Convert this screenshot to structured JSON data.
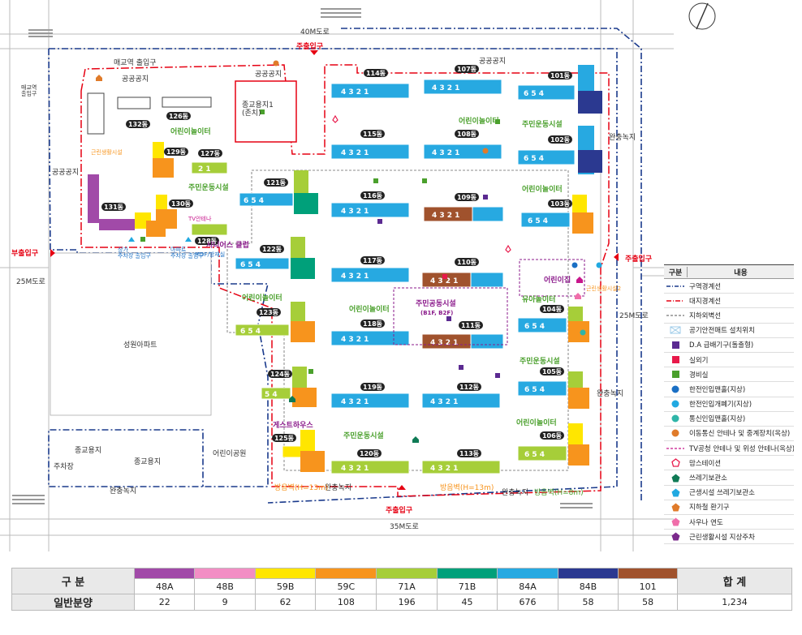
{
  "map": {
    "roads": {
      "top": "40M도로",
      "bottom": "35M도로",
      "left": "25M도로",
      "right": "25M도로"
    },
    "entrances": {
      "main_top": "주출입구",
      "main_bottom": "주출입구",
      "main_right": "주출입구",
      "sub_left": "부출입구",
      "station_top": "매교역 출입구",
      "station_left": "매교역\n출입구"
    },
    "areas": {
      "public_top_left": "공공공지",
      "public_top_mid": "공공공지",
      "public_top_right": "공공공지",
      "public_left": "공공공지",
      "religious": "종교용지1\n(존치)",
      "buffer_right": "완충녹지",
      "buffer_right2": "완충녹지",
      "buffer_bottom": "완충녹지",
      "buffer_bottom_mid": "완충녹지",
      "buffer_bottom_right": "완충녹지",
      "apartment": "성원아파트",
      "religious2": "종교용지",
      "religious3": "종교용지",
      "parking": "주차장",
      "park": "어린이공원"
    },
    "facilities": {
      "kids1": "어린이놀이터",
      "kids2": "어린이놀이터",
      "kids3": "어린이놀이터",
      "kids4": "어린이놀이터",
      "kids5": "어린이놀이터",
      "kids6": "어린이놀이터",
      "kids7": "어린이놀이터",
      "sports1": "주민운동시설",
      "sports2": "주민운동시설",
      "sports3": "주민운동시설",
      "sports4": "주민운동시설",
      "senior": "시니어스 클럽",
      "guest": "게스트하우스",
      "daycare": "어린이집",
      "kinder": "유아놀이터",
      "community": "주민공동시설",
      "community_sub": "(B1F, B2F)",
      "tv_antenna": "TV안테나",
      "mdf": "MDF/방재실",
      "noise1": "방음벽(H=13m)",
      "noise2": "방음벽(H=13m)",
      "noise3": "방음벽(H=8m)",
      "commercial": "근린생활시설",
      "commercial2": "근린생활시설2",
      "shop": "상가\n주차장 출입구",
      "apt_park": "아파트\n주차장 출입구"
    },
    "buildings": [
      {
        "tag": "101동"
      },
      {
        "tag": "102동"
      },
      {
        "tag": "103동"
      },
      {
        "tag": "104동"
      },
      {
        "tag": "105동"
      },
      {
        "tag": "106동"
      },
      {
        "tag": "107동"
      },
      {
        "tag": "108동"
      },
      {
        "tag": "109동"
      },
      {
        "tag": "110동"
      },
      {
        "tag": "111동"
      },
      {
        "tag": "112동"
      },
      {
        "tag": "113동"
      },
      {
        "tag": "114동"
      },
      {
        "tag": "115동"
      },
      {
        "tag": "116동"
      },
      {
        "tag": "117동"
      },
      {
        "tag": "118동"
      },
      {
        "tag": "119동"
      },
      {
        "tag": "120동"
      },
      {
        "tag": "121동"
      },
      {
        "tag": "122동"
      },
      {
        "tag": "123동"
      },
      {
        "tag": "124동"
      },
      {
        "tag": "125동"
      },
      {
        "tag": "126동"
      },
      {
        "tag": "127동"
      },
      {
        "tag": "128동"
      },
      {
        "tag": "129동"
      },
      {
        "tag": "130동"
      },
      {
        "tag": "131동"
      },
      {
        "tag": "132동"
      }
    ]
  },
  "legend": {
    "header_col1": "구분",
    "header_col2": "내용",
    "items": [
      {
        "text": "구역경계선",
        "color": "#1a3a8c"
      },
      {
        "text": "대지경계선",
        "color": "#e60012"
      },
      {
        "text": "지하외벽선",
        "color": "#555555"
      },
      {
        "text": "공기안전매트 설치위치",
        "color": "#9ecbe8"
      },
      {
        "text": "D.A 급배기구(돌출형)",
        "color": "#5b2a91"
      },
      {
        "text": "실외기",
        "color": "#e8194a"
      },
      {
        "text": "경비실",
        "color": "#4aa02c"
      },
      {
        "text": "한전인입맨홀(지상)",
        "color": "#1a6fc4"
      },
      {
        "text": "한전인입개폐기(지상)",
        "color": "#21a9e1"
      },
      {
        "text": "통신인입맨홀(지상)",
        "color": "#2fb5a8"
      },
      {
        "text": "이동통신 안테나 및 중계장치(옥상)",
        "color": "#e07b2a"
      },
      {
        "text": "TV공청 안테나 및 위성 안테나(옥상)",
        "color": "#c8168c"
      },
      {
        "text": "맘스테이션",
        "color": "#e8194a"
      },
      {
        "text": "쓰레기보관소",
        "color": "#0f7a55"
      },
      {
        "text": "근생시설 쓰레기보관소",
        "color": "#21a9e1"
      },
      {
        "text": "지하철 환기구",
        "color": "#e07b2a"
      },
      {
        "text": "사우나 연도",
        "color": "#f06eaa"
      },
      {
        "text": "근린생활시설 지상주차",
        "color": "#7b2a8c"
      }
    ]
  },
  "table": {
    "row1_label": "구 분",
    "row2_label": "일반분양",
    "total_label": "합 계",
    "total_value": "1,234",
    "columns": [
      {
        "type": "48A",
        "color": "#a14aa8",
        "count": "22"
      },
      {
        "type": "48B",
        "color": "#f28ec4",
        "count": "9"
      },
      {
        "type": "59B",
        "color": "#ffe600",
        "count": "62"
      },
      {
        "type": "59C",
        "color": "#f7941d",
        "count": "108"
      },
      {
        "type": "71A",
        "color": "#a6ce39",
        "count": "196"
      },
      {
        "type": "71B",
        "color": "#00a07a",
        "count": "45"
      },
      {
        "type": "84A",
        "color": "#27a9e1",
        "count": "676"
      },
      {
        "type": "84B",
        "color": "#2b3990",
        "count": "58"
      },
      {
        "type": "101",
        "color": "#a0522d",
        "count": "58"
      }
    ]
  }
}
